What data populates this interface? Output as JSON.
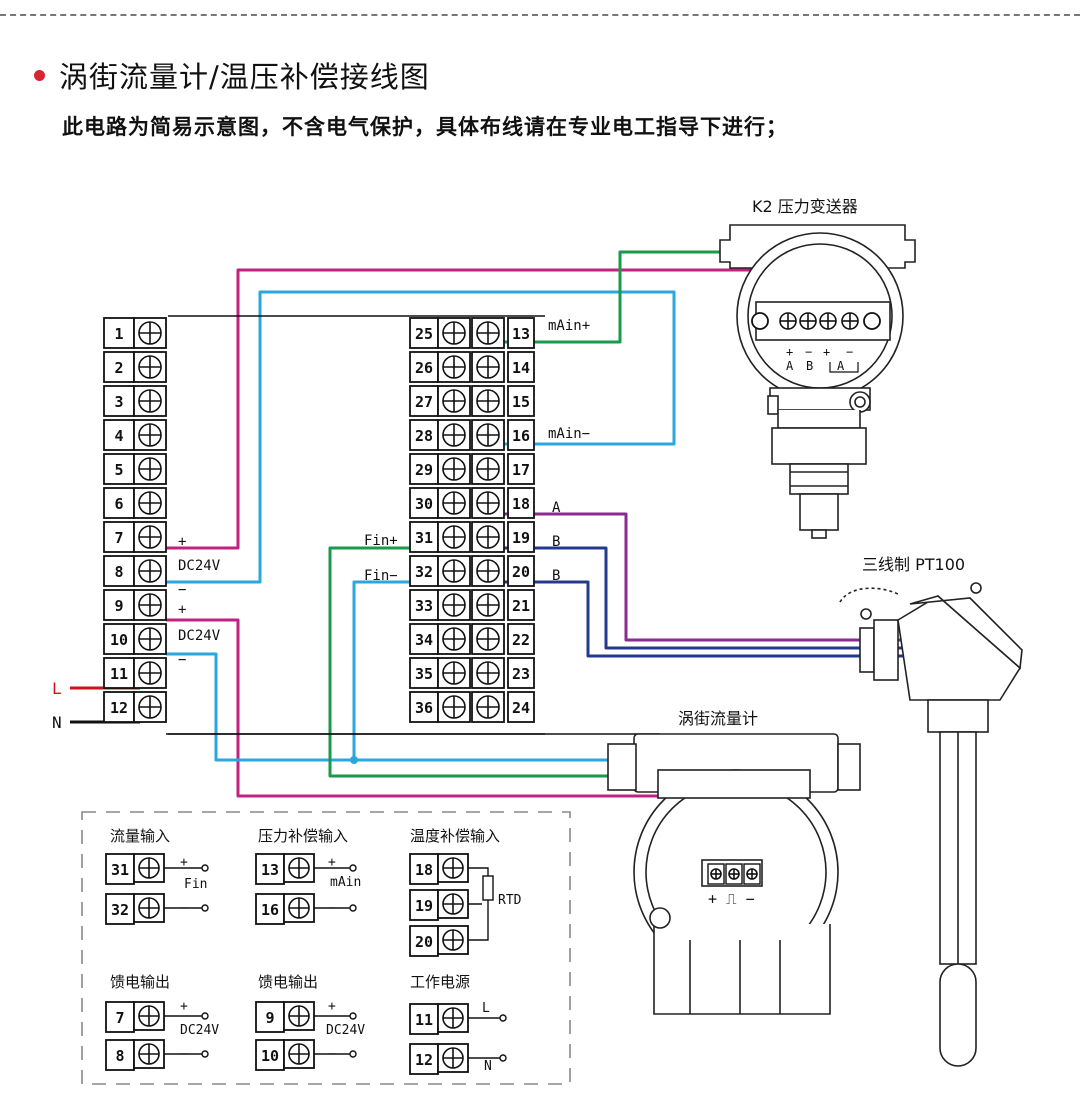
{
  "heading": "涡街流量计/温压补偿接线图",
  "note": "此电路为简易示意图，不含电气保护，具体布线请在专业电工指导下进行；",
  "colors": {
    "accent": "#d9252f",
    "green": "#1a9a4b",
    "blue": "#2aa7de",
    "magenta": "#c2217f",
    "navy": "#243a8f",
    "purple": "#8b2a8f",
    "red": "#d0101b"
  },
  "devices": {
    "pressure": "K2 压力变送器",
    "pressure_pins": [
      "+",
      "−",
      "+",
      "−"
    ],
    "pressure_sub": [
      "A",
      "B",
      "A"
    ],
    "pt100": "三线制 PT100",
    "vortex": "涡街流量计",
    "vortex_pins": "+ ⎍ −"
  },
  "terminals": {
    "left": [
      "1",
      "2",
      "3",
      "4",
      "5",
      "6",
      "7",
      "8",
      "9",
      "10",
      "11",
      "12"
    ],
    "mid": [
      "25",
      "26",
      "27",
      "28",
      "29",
      "30",
      "31",
      "32",
      "33",
      "34",
      "35",
      "36"
    ],
    "right": [
      "13",
      "14",
      "15",
      "16",
      "17",
      "18",
      "19",
      "20",
      "21",
      "22",
      "23",
      "24"
    ]
  },
  "labels": {
    "t7": "+",
    "dc1": "DC24V",
    "t8": "−",
    "t9": "+",
    "dc2": "DC24V",
    "t10": "−",
    "L": "L",
    "N": "N",
    "fin_plus": "Fin+",
    "fin_minus": "Fin−",
    "main_plus": "mAin+",
    "main_minus": "mAin−",
    "a": "A",
    "b1": "B",
    "b2": "B"
  },
  "legend": {
    "flow": {
      "title": "流量输入",
      "pins": [
        "31",
        "32"
      ],
      "plus": "+",
      "minus": "−",
      "sig": "Fin"
    },
    "pressure": {
      "title": "压力补偿输入",
      "pins": [
        "13",
        "16"
      ],
      "plus": "+",
      "minus": "−",
      "sig": "mAin"
    },
    "temp": {
      "title": "温度补偿输入",
      "pins": [
        "18",
        "19",
        "20"
      ],
      "sig": "RTD"
    },
    "feed1": {
      "title": "馈电输出",
      "pins": [
        "7",
        "8"
      ],
      "plus": "+",
      "minus": "−",
      "sig": "DC24V"
    },
    "feed2": {
      "title": "馈电输出",
      "pins": [
        "9",
        "10"
      ],
      "plus": "+",
      "minus": "−",
      "sig": "DC24V"
    },
    "power": {
      "title": "工作电源",
      "pins": [
        "11",
        "12"
      ],
      "l": "L",
      "n": "N"
    }
  }
}
